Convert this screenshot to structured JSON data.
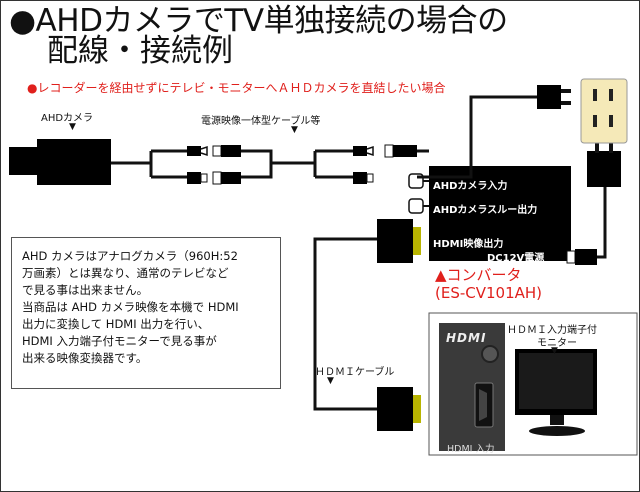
{
  "title": {
    "line1": "●AHDカメラでTV単独接続の場合の",
    "line2": "配線・接続例"
  },
  "subtitle": "●レコーダーを経由せずにテレビ・モニターへＡＨＤカメラを直結したい場合",
  "labels": {
    "camera": "AHDカメラ",
    "cable": "電源映像一体型ケーブル等",
    "hdmi_cable": "ＨＤＭＩケーブル",
    "monitor_line1": "ＨＤＭＩ入力端子付",
    "monitor_line2": "モニター"
  },
  "converter": {
    "port_ahd_in": "AHDカメラ入力",
    "port_ahd_thru": "AHDカメラスルー出力",
    "port_hdmi_out": "HDMI映像出力",
    "port_dc": "DC12V電源",
    "name_line1": "▲コンバータ",
    "name_line2": "(ES-CV101AH)"
  },
  "panel": {
    "logo": "HDMI",
    "input_label": "HDMI 入力"
  },
  "note": [
    "AHD カメラはアナログカメラ（960H:52",
    "万画素）とは異なり、通常のテレビなど",
    "で見る事は出来ません。",
    "当商品は AHD カメラ映像を本機で HDMI",
    "出力に変換して HDMI 出力を行い、",
    "HDMI 入力端子付モニターで見る事が",
    "出来る映像変換器です。"
  ],
  "colors": {
    "accent_red": "#e0201c",
    "connector_yellow": "#b8b400",
    "outlet": "#f5e9b8",
    "panel": "#3a3a3a"
  }
}
